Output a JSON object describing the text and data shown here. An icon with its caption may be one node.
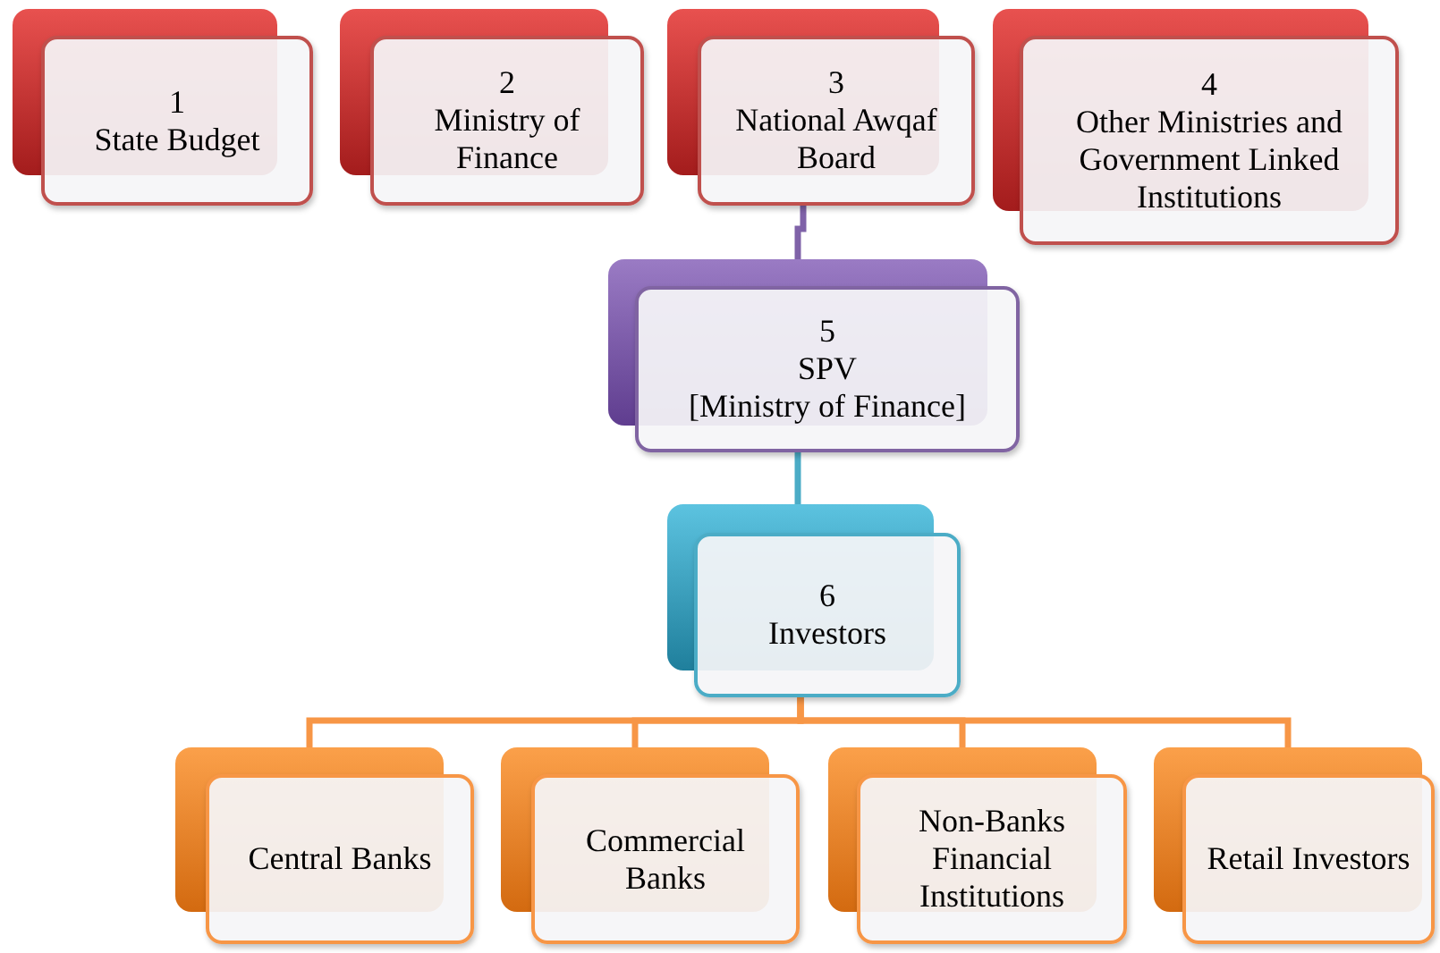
{
  "diagram": {
    "nodes": [
      {
        "text": [
          "1",
          "State Budget"
        ]
      },
      {
        "text": [
          "2",
          "Ministry of Finance"
        ]
      },
      {
        "text": [
          "3",
          "National Awqaf Board"
        ]
      },
      {
        "text": [
          "4",
          "Other Ministries and Government Linked Institutions"
        ]
      },
      {
        "text": [
          "5",
          "SPV",
          "[Ministry of Finance]"
        ]
      },
      {
        "text": [
          "6",
          "Investors"
        ]
      },
      {
        "text": [
          "Central Banks"
        ]
      },
      {
        "text": [
          "Commercial Banks"
        ]
      },
      {
        "text": [
          "Non-Banks Financial Institutions"
        ]
      },
      {
        "text": [
          "Retail Investors"
        ]
      }
    ],
    "edges": [
      {
        "from": 2,
        "to": 4,
        "arrow": "none",
        "color": "#7f62a8"
      },
      {
        "from": 4,
        "to": 5,
        "arrow": "none",
        "color": "#4bacc6"
      },
      {
        "from": 5,
        "to": 6,
        "arrow": "none"
      },
      {
        "from": 5,
        "to": 7,
        "arrow": "none"
      },
      {
        "from": 5,
        "to": 8,
        "arrow": "none"
      },
      {
        "from": 5,
        "to": 9,
        "arrow": "none"
      }
    ]
  }
}
